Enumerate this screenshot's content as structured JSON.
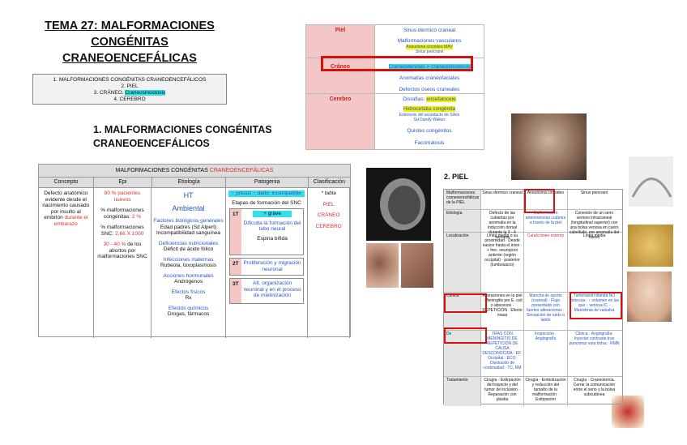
{
  "title": {
    "line1": "TEMA 27: MALFORMACIONES",
    "line2": "CONGÉNITAS",
    "line3": "CRANEOENCEFÁLICAS"
  },
  "toc": {
    "l1": "1. MALFORMACIONES CONGÉNITAS CRANEOENCEFÁLICOS",
    "l2": "2. PIEL",
    "l3_pre": "3. CRÁNEO. ",
    "l3_hl": "Craneosinostosis",
    "l4": "4. CEREBRO"
  },
  "section1": {
    "line1": "1. MALFORMACIONES CONGÉNITAS",
    "line2": "CRANEOENCEFÁLICOS"
  },
  "main_table": {
    "caption_pre": "MALFORMACIONES CONGÉNITAS ",
    "caption_red": "CRANEOENCEFÁLICAS",
    "headers": [
      "Concepto",
      "Epi",
      "Etiología",
      "Patogenia",
      "Clasificación"
    ],
    "concepto": {
      "t1": "Defecto anatómico evidente desde el nacimiento causado por insulto al embrión",
      "t2": "durante el embarazo"
    },
    "epi": {
      "a": "80 % pacientes nuevos",
      "b_pre": "% malformaciones congénitas: ",
      "b_red": "2 %",
      "c_pre": "% malformaciones SNC: ",
      "c_red": "2,66 X 1000",
      "d_red": "30 - 40 %",
      "d": " de los abortos por malformaciones SNC"
    },
    "etiologia": {
      "ht": "HT",
      "amb": "Ambiental",
      "fb": "Factores biológicos generales",
      "fb_s": "Edad padres (Sd Alpert) Incompatibilidad sanguínea",
      "def": "Deficiencias nutricionales",
      "def_s": "Déficit de ácido fólico",
      "inf": "Infecciones maternas",
      "inf_s": "Rubeola, toxoplasmosis",
      "acc": "Acciones hormonales",
      "acc_s": "Andrógenos",
      "ef": "Efectos físicos",
      "ef_s": "Rx",
      "eq": "Efectos químicos",
      "eq_s": "Drogas, fármacos"
    },
    "patogenia": {
      "top": "↑ precoz ↑ daño: incompatible",
      "etapas": "Etapas de formación del SNC",
      "n1": "1T",
      "g": "+ grave",
      "p1": "Dificulta la formación del tubo neural",
      "p1s": "Espina bífida",
      "n2": "2T",
      "p2": "Proliferación y migración neuronal",
      "n3": "3T",
      "p3": "Alt. organización neuronal y en el proceso de mielinización"
    },
    "clasif": {
      "star": "* tabla",
      "a": "PIEL",
      "b": "CRÁNEO",
      "c": "CEREBRO"
    }
  },
  "right_table": {
    "piel": "Piel",
    "piel_items": [
      "Sinus dérmico craneal",
      "Malformaciones vasculares",
      "Aneurisma cirsoideo MAV",
      "Sinus pericranii"
    ],
    "craneo": "Cráneo",
    "craneo_hl": "Craneostenosis = craneosinostosis",
    "craneo_items": [
      "Anomalías craneofaciales",
      "Defectos óseos craneales"
    ],
    "cerebro": "Cerebro",
    "disrafias": "Disrafias: ",
    "encef": "encefalocele",
    "hidro": "Hidrocefalia congénita",
    "hidro_s": [
      "Estenosis del acueducto de Silvio",
      "Sd Dandy Walker"
    ],
    "quistes": "Quistes congénitos",
    "facoma": "Facomatosis"
  },
  "section2": "2. PIEL",
  "piel_table": {
    "h": [
      "Malformaciones craneoencefálicas de la PIEL",
      "Sinus dérmico craneal",
      "Aneurisma cirsoideo",
      "Sinus pericraní"
    ],
    "rows": [
      {
        "k": "Etiología",
        "a": "Defecto de las cubiertas por anomalía en la inducción dorsal durante la 3 - 4 semana",
        "b": "Malformación arteriovenosa cutánea a través de la piel",
        "d": "Conexión de un seno venoso intracraneal (longitudinal superior) con una bolsa venosa en cuero cabelludo, por anomalía del hueso"
      },
      {
        "k": "Localización",
        "a": "Línea media o su proximidad · Desde nasion hasta el inion · + frec. neuroporo anterior (región occipital) · posterior (lumbosacro)",
        "b": "Cara/cráneo externo",
        "d": "Línea media"
      },
      {
        "k": "Clínica",
        "a": "Alteraciones en la piel · Meningitis por E. coli o abscesos · REPETICIÓN · Efecto masa",
        "b": "Mancha de oporto (craneal) · Flujo presentado con fuertes alteraciones · Sensación de ruido o latido",
        "d": "Tumoración blanda NO dolorosa · ↑ volumen en las que ↑ venosa IC · Maniobras de valsalva"
      },
      {
        "k": "Dx",
        "a": "TRAS CON MENINGITIS DE REPETICIÓN DE CAUSA DESCONOCIDA · EF: Occipital · ECO: Disolución de continuidad · TC, RM",
        "b": "Inspección · Angiografía",
        "d": "Clínica · Angiografía: Inyectar contraste tras puncionar esta bolsa · RMN"
      },
      {
        "k": "Tratamiento",
        "a": "Cirugía · Extirpación del trayecto y del tumor de inclusión · Reparación con plastia",
        "b": "Cirugía · Embolización y reducción del tamaño de la malformación · Extirpación",
        "d": "Cirugía · Craneotomía. Cerrar la comunicación entre el seno y la bolsa subcutánea"
      }
    ]
  }
}
